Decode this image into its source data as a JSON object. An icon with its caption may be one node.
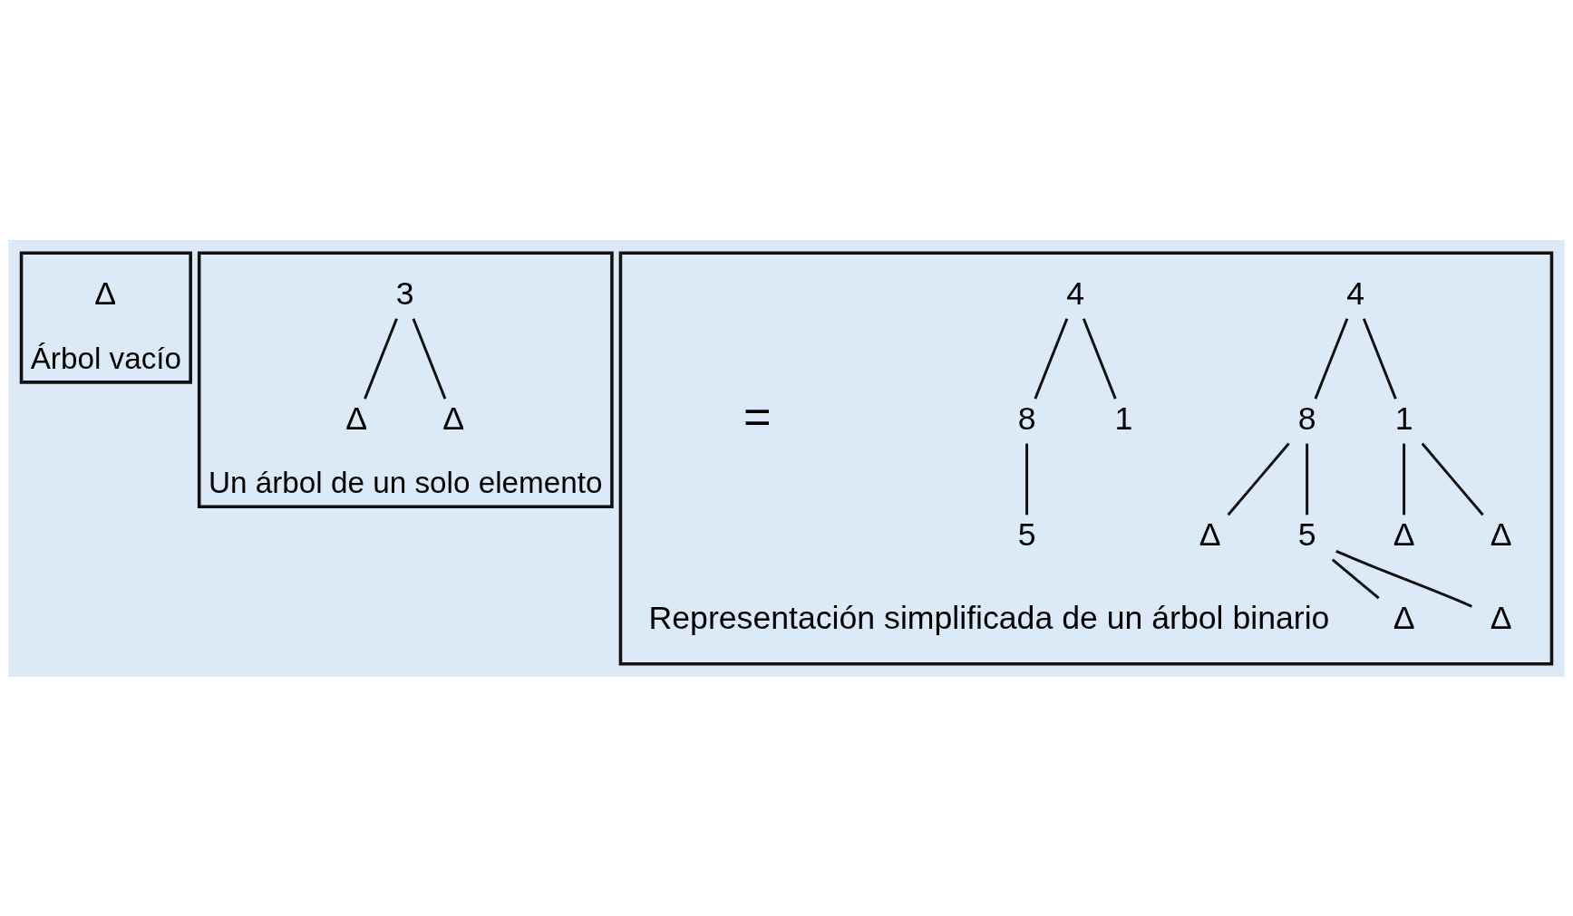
{
  "diagram": {
    "nodes": [
      {
        "text": [
          "Árbol vacío"
        ]
      },
      {
        "text": [
          "Δ"
        ],
        "in": 0
      },
      {
        "text": [
          "Un árbol de un solo elemento"
        ]
      },
      {
        "text": [
          "3"
        ],
        "in": 2
      },
      {
        "text": [
          "Δ"
        ],
        "in": 2
      },
      {
        "text": [
          "Δ"
        ],
        "in": 2
      },
      {
        "text": [],
        "shape": "box"
      },
      {
        "text": [
          "4"
        ],
        "in": 6
      },
      {
        "text": [
          "8"
        ],
        "in": 6
      },
      {
        "text": [
          "1"
        ],
        "in": 6
      },
      {
        "text": [
          "Δ"
        ],
        "in": 6
      },
      {
        "text": [
          "5"
        ],
        "in": 6
      },
      {
        "text": [
          "Δ"
        ],
        "in": 6
      },
      {
        "text": [
          "Δ"
        ],
        "in": 6
      },
      {
        "text": [
          "Δ"
        ],
        "in": 6
      },
      {
        "text": [
          "Δ"
        ],
        "in": 6
      },
      {
        "text": [
          "4"
        ],
        "in": 6
      },
      {
        "text": [
          "8"
        ],
        "in": 6
      },
      {
        "text": [
          "1"
        ],
        "in": 6
      },
      {
        "text": [
          "5"
        ],
        "in": 6
      }
    ],
    "edges": [
      {
        "from": 3,
        "to": 4,
        "arrow": "none"
      },
      {
        "from": 3,
        "to": 5,
        "arrow": "none"
      },
      {
        "from": 7,
        "to": 8,
        "arrow": "none"
      },
      {
        "from": 7,
        "to": 9,
        "arrow": "none"
      },
      {
        "from": 8,
        "to": 10,
        "arrow": "none"
      },
      {
        "from": 8,
        "to": 11,
        "arrow": "none"
      },
      {
        "from": 9,
        "to": 12,
        "arrow": "none"
      },
      {
        "from": 9,
        "to": 13,
        "arrow": "none"
      },
      {
        "from": 11,
        "to": 14,
        "arrow": "none"
      },
      {
        "from": 11,
        "to": 15,
        "arrow": "none"
      },
      {
        "from": 16,
        "to": 17,
        "arrow": "none"
      },
      {
        "from": 16,
        "to": 18,
        "arrow": "none"
      },
      {
        "from": 17,
        "to": 19,
        "arrow": "none"
      }
    ],
    "labels": [
      "=",
      "Representación simplificada de un árbol binario"
    ]
  }
}
